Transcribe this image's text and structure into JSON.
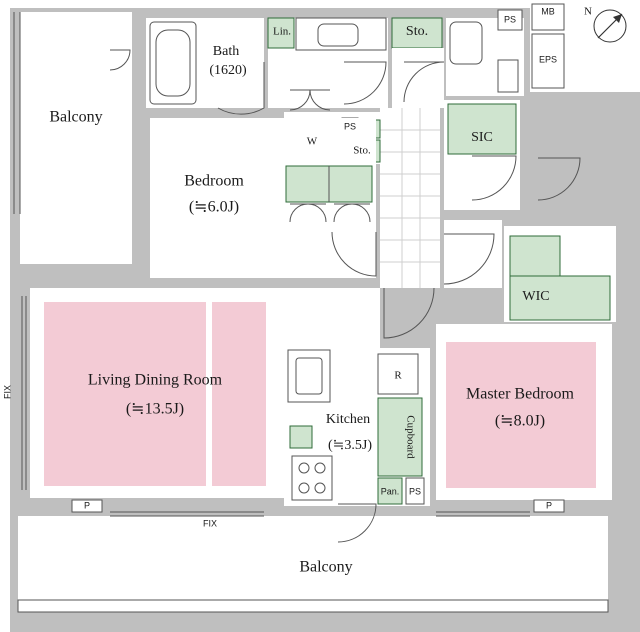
{
  "rooms": {
    "balcony_upper": "Balcony",
    "bath": "Bath",
    "bath_size": "(1620)",
    "linen": "Lin.",
    "storage_top": "Sto.",
    "storage_mid": "Sto.",
    "washer": "W",
    "bedroom": "Bedroom",
    "bedroom_size": "(≒6.0J)",
    "sic": "SIC",
    "wic": "WIC",
    "living": "Living Dining Room",
    "living_size": "(≒13.5J)",
    "kitchen": "Kitchen",
    "kitchen_size": "(≒3.5J)",
    "fridge": "R",
    "cupboard": "Cupboard",
    "pantry": "Pan.",
    "master": "Master Bedroom",
    "master_size": "(≒8.0J)",
    "balcony_lower": "Balcony"
  },
  "shafts": {
    "mb": "MB",
    "eps": "EPS",
    "ps_top": "PS",
    "ps_mid": "PS",
    "ps_kitchen": "PS"
  },
  "marks": {
    "fix_left": "FIX",
    "fix_bottom": "FIX",
    "p_left": "P",
    "p_right": "P",
    "north": "N"
  }
}
